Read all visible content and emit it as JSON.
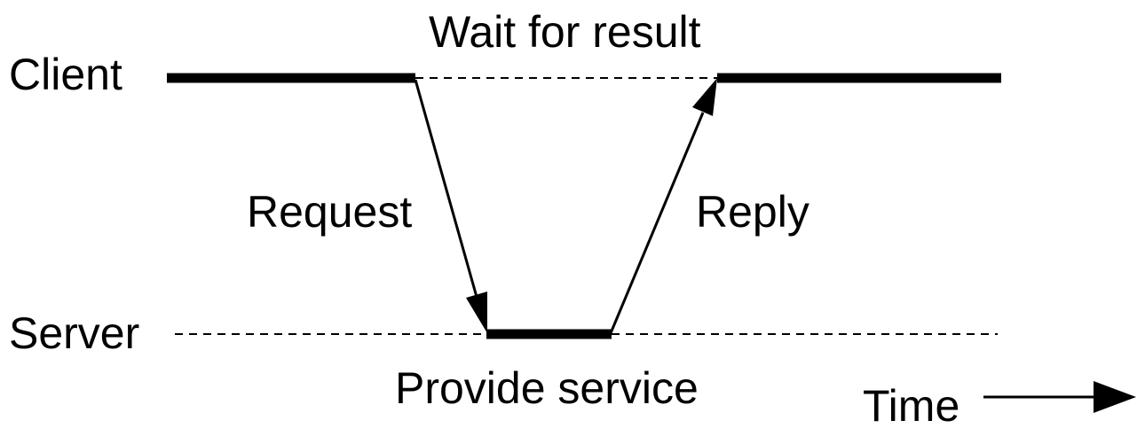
{
  "labels": {
    "client": "Client",
    "server": "Server",
    "wait": "Wait for result",
    "request": "Request",
    "reply": "Reply",
    "provide": "Provide service",
    "time": "Time"
  },
  "colors": {
    "ink": "#000000",
    "background": "#ffffff"
  }
}
